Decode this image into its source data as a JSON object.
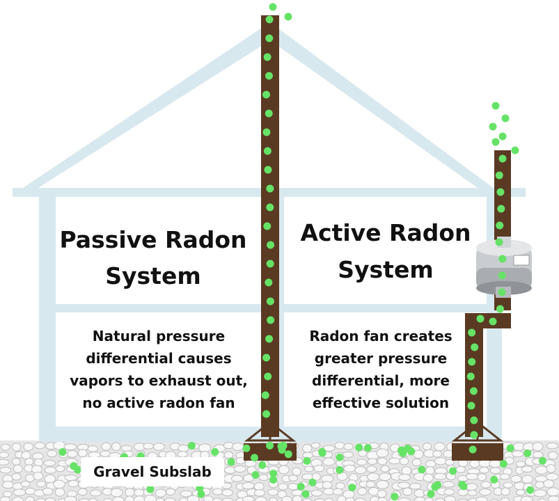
{
  "passive": {
    "title_line1": "Passive Radon",
    "title_line2": "System",
    "desc_lines": [
      "Natural pressure",
      "differential causes",
      "vapors to exhaust out,",
      "no active radon fan"
    ]
  },
  "active": {
    "title_line1": "Active Radon",
    "title_line2": "System",
    "desc_lines": [
      "Radon fan creates",
      "greater pressure",
      "differential, more",
      "effective solution"
    ]
  },
  "subslab_label": "Gravel Subslab",
  "colors": {
    "house_frame": "#d8e8ef",
    "pipe": "#5a3a22",
    "radon_bubble": "#66e366",
    "gravel": "#e6e6e6"
  },
  "icons": {
    "fan": "radon-fan-icon"
  }
}
